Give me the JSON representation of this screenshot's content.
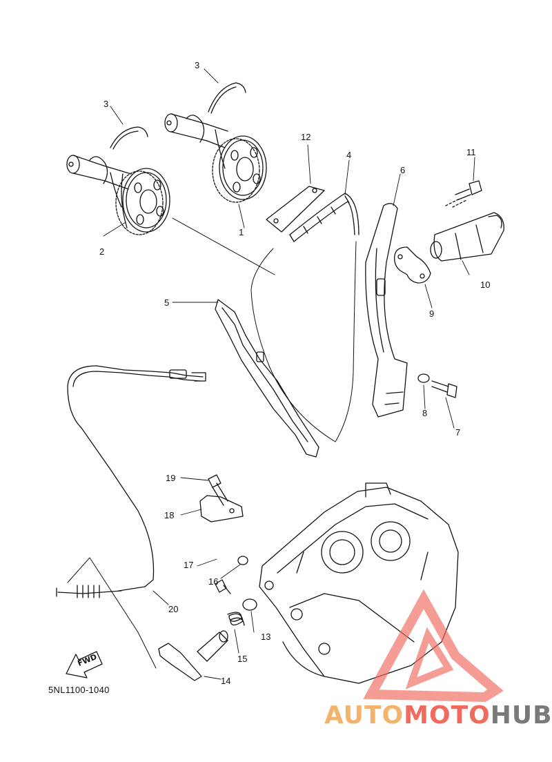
{
  "diagram": {
    "code": "5NL1100-1040",
    "fwd_label": "FWD",
    "labels": [
      {
        "id": "1",
        "text": "1"
      },
      {
        "id": "2",
        "text": "2"
      },
      {
        "id": "3a",
        "text": "3"
      },
      {
        "id": "3b",
        "text": "3"
      },
      {
        "id": "4",
        "text": "4"
      },
      {
        "id": "5",
        "text": "5"
      },
      {
        "id": "6",
        "text": "6"
      },
      {
        "id": "7",
        "text": "7"
      },
      {
        "id": "8",
        "text": "8"
      },
      {
        "id": "9",
        "text": "9"
      },
      {
        "id": "10",
        "text": "10"
      },
      {
        "id": "11",
        "text": "11"
      },
      {
        "id": "12",
        "text": "12"
      },
      {
        "id": "13",
        "text": "13"
      },
      {
        "id": "14",
        "text": "14"
      },
      {
        "id": "15",
        "text": "15"
      },
      {
        "id": "16",
        "text": "16"
      },
      {
        "id": "17",
        "text": "17"
      },
      {
        "id": "18",
        "text": "18"
      },
      {
        "id": "19",
        "text": "19"
      },
      {
        "id": "20",
        "text": "20"
      }
    ]
  },
  "watermark": {
    "part1": "AUTO",
    "part2": "MOTO",
    "part3": "HUB",
    "colors": {
      "auto": "#f2b36b",
      "moto": "#f06a5e",
      "hub": "#7a7a7a",
      "triangle": "#f06a5e"
    }
  }
}
